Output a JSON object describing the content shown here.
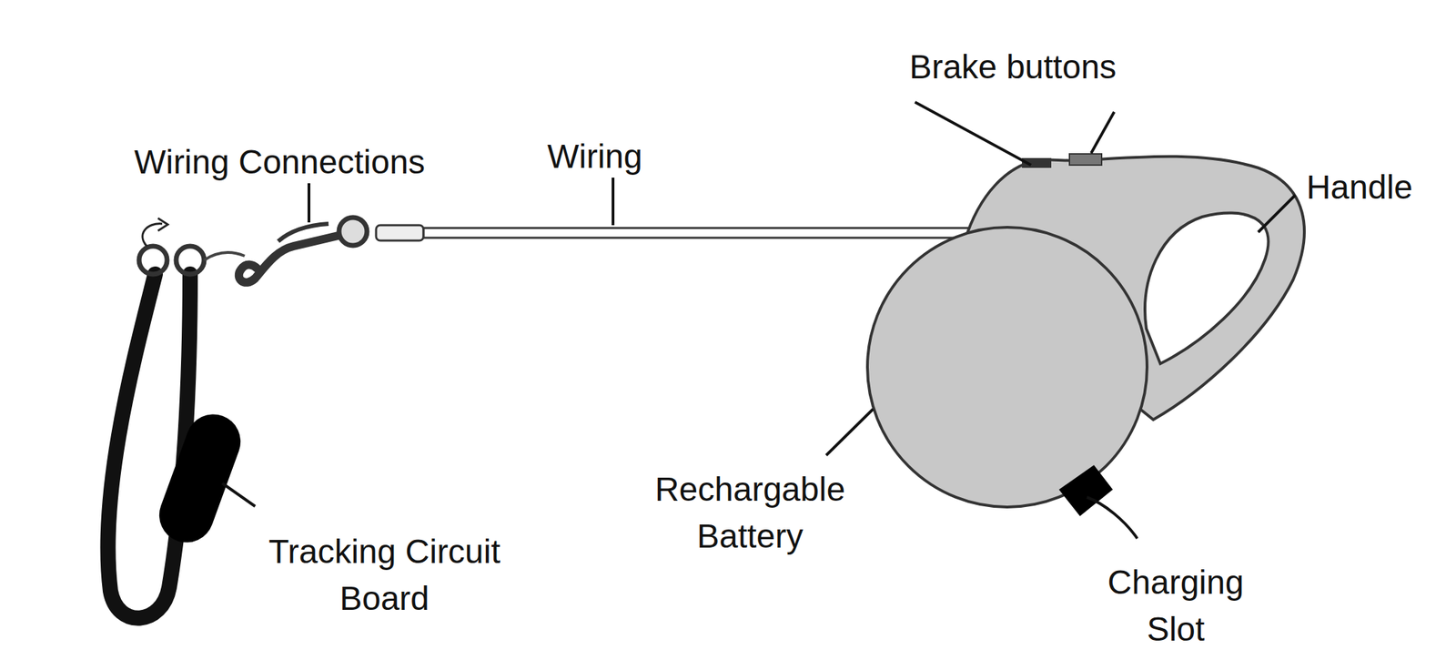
{
  "diagram": {
    "labels": [
      "Brake buttons",
      "Wiring Connections",
      "Wiring",
      "Handle",
      "Rechargable Battery",
      "Tracking Circuit Board",
      "Charging Slot"
    ]
  }
}
